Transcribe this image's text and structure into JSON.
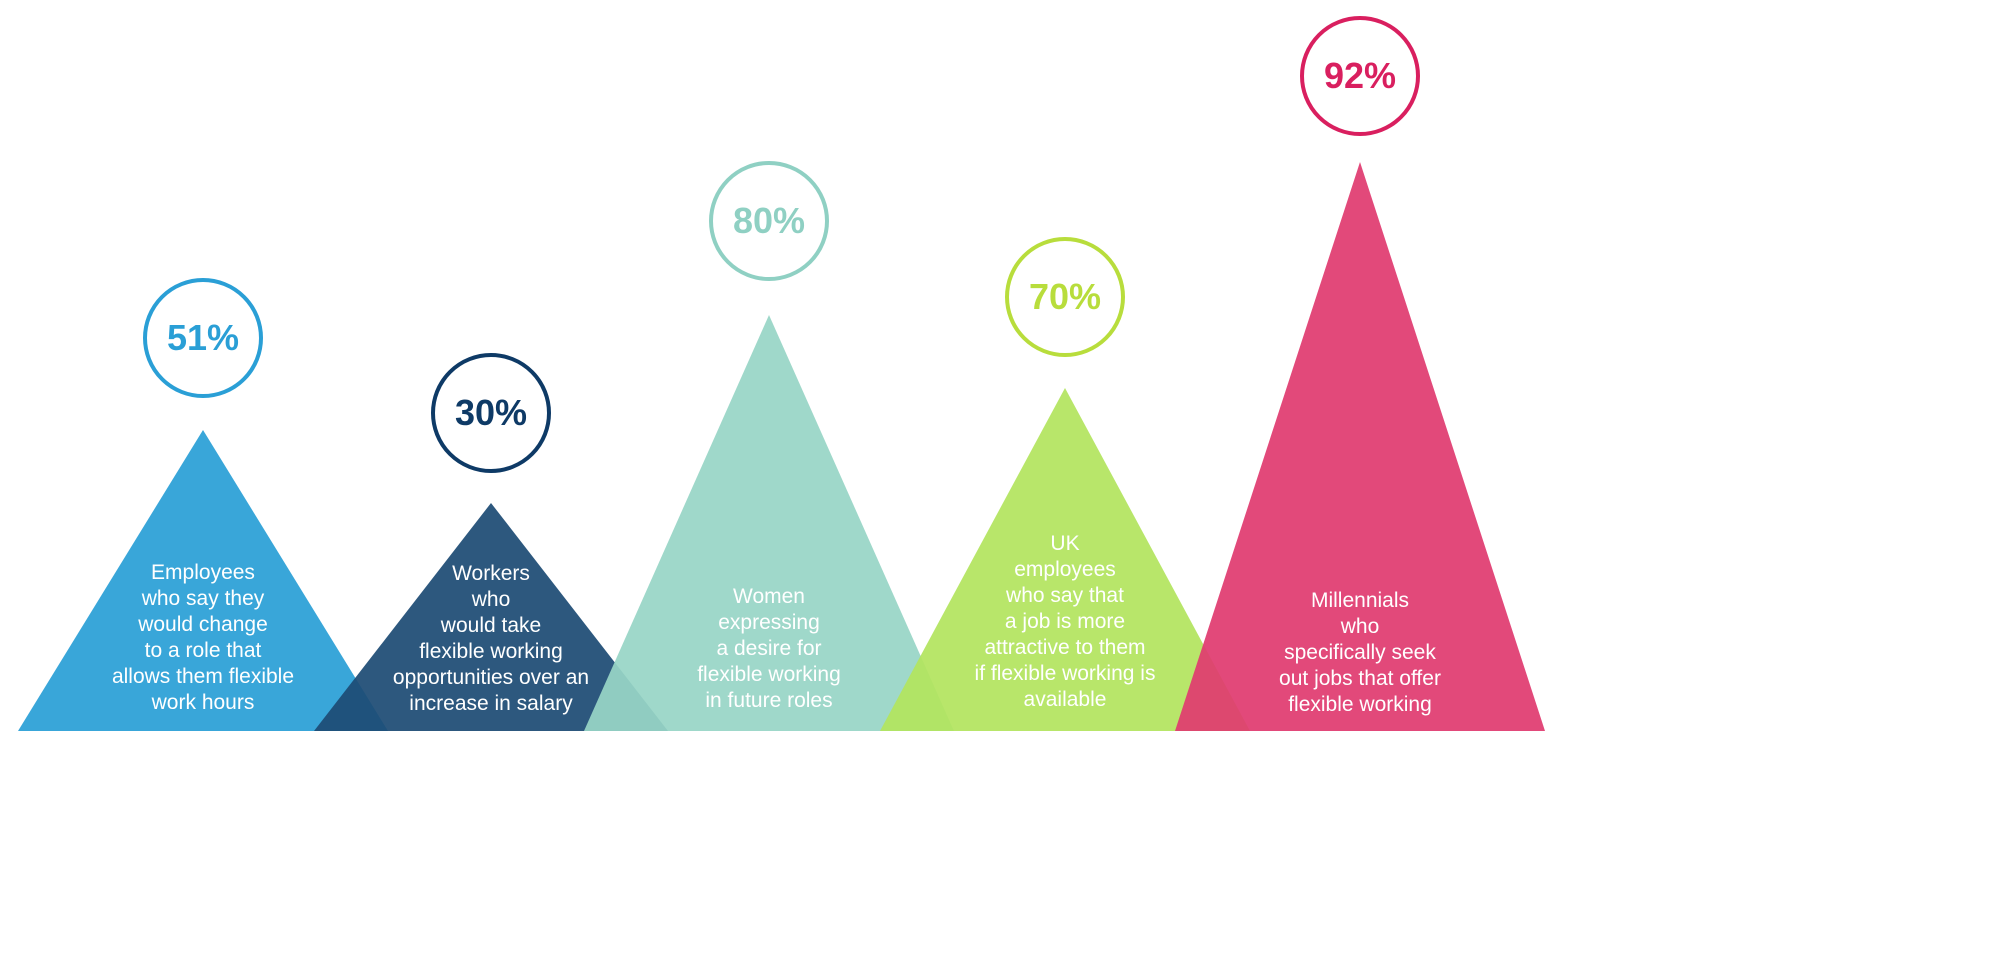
{
  "chart_data": {
    "type": "bar",
    "title": "",
    "xlabel": "",
    "ylabel": "",
    "ylim": [
      0,
      100
    ],
    "categories": [
      "Employees who say they would change to a role that allows them flexible work hours",
      "Workers who would take flexible working opportunities over an increase in salary",
      "Women expressing a desire for flexible working in future roles",
      "UK employees who say that a job is more attractive to them if flexible working is available",
      "Millennials who specifically seek out jobs that offer flexible working"
    ],
    "values": [
      51,
      30,
      80,
      70,
      92
    ],
    "items": [
      {
        "value_label": "51%",
        "color": "#2a9fd6",
        "lines": [
          "Employees",
          "who say they",
          "would change",
          "to a role that",
          "allows them flexible",
          "work hours"
        ]
      },
      {
        "value_label": "30%",
        "color": "#1d4b74",
        "lines": [
          "Workers",
          "who",
          "would take",
          "flexible working",
          "opportunities over an",
          "increase in salary"
        ]
      },
      {
        "value_label": "80%",
        "color": "#98d5c6",
        "lines": [
          "Women",
          "expressing",
          "a desire for",
          "flexible working",
          "in future roles"
        ]
      },
      {
        "value_label": "70%",
        "color": "#b3e45f",
        "lines": [
          "UK",
          "employees",
          "who say that",
          "a job is more",
          "attractive to them",
          "if flexible working is",
          "available"
        ]
      },
      {
        "value_label": "92%",
        "color": "#e03b70",
        "lines": [
          "Millennials",
          "who",
          "specifically seek",
          "out jobs that offer",
          "flexible working"
        ]
      }
    ]
  }
}
